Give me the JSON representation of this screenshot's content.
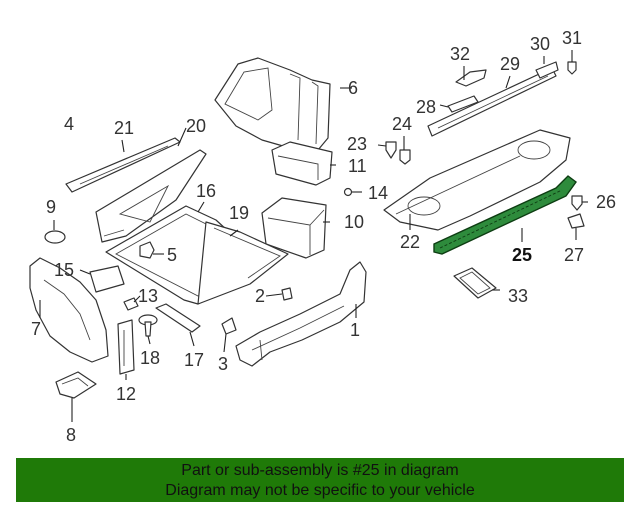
{
  "footer": {
    "line1": "Part or sub-assembly is #25 in diagram",
    "line2": "Diagram may not be specific to your vehicle"
  },
  "callouts": {
    "c1": "1",
    "c2": "2",
    "c3": "3",
    "c4": "4",
    "c5": "5",
    "c6": "6",
    "c7": "7",
    "c8": "8",
    "c9": "9",
    "c10": "10",
    "c11": "11",
    "c12": "12",
    "c13": "13",
    "c14": "14",
    "c15": "15",
    "c16": "16",
    "c17": "17",
    "c18": "18",
    "c19": "19",
    "c20": "20",
    "c21": "21",
    "c22": "22",
    "c23": "23",
    "c24": "24",
    "c25": "25",
    "c26": "26",
    "c27": "27",
    "c28": "28",
    "c29": "29",
    "c30": "30",
    "c31": "31",
    "c32": "32",
    "c33": "33"
  },
  "highlight": {
    "part": "25",
    "color": "#2e8b3c",
    "footer_bg": "#1f7a08"
  }
}
